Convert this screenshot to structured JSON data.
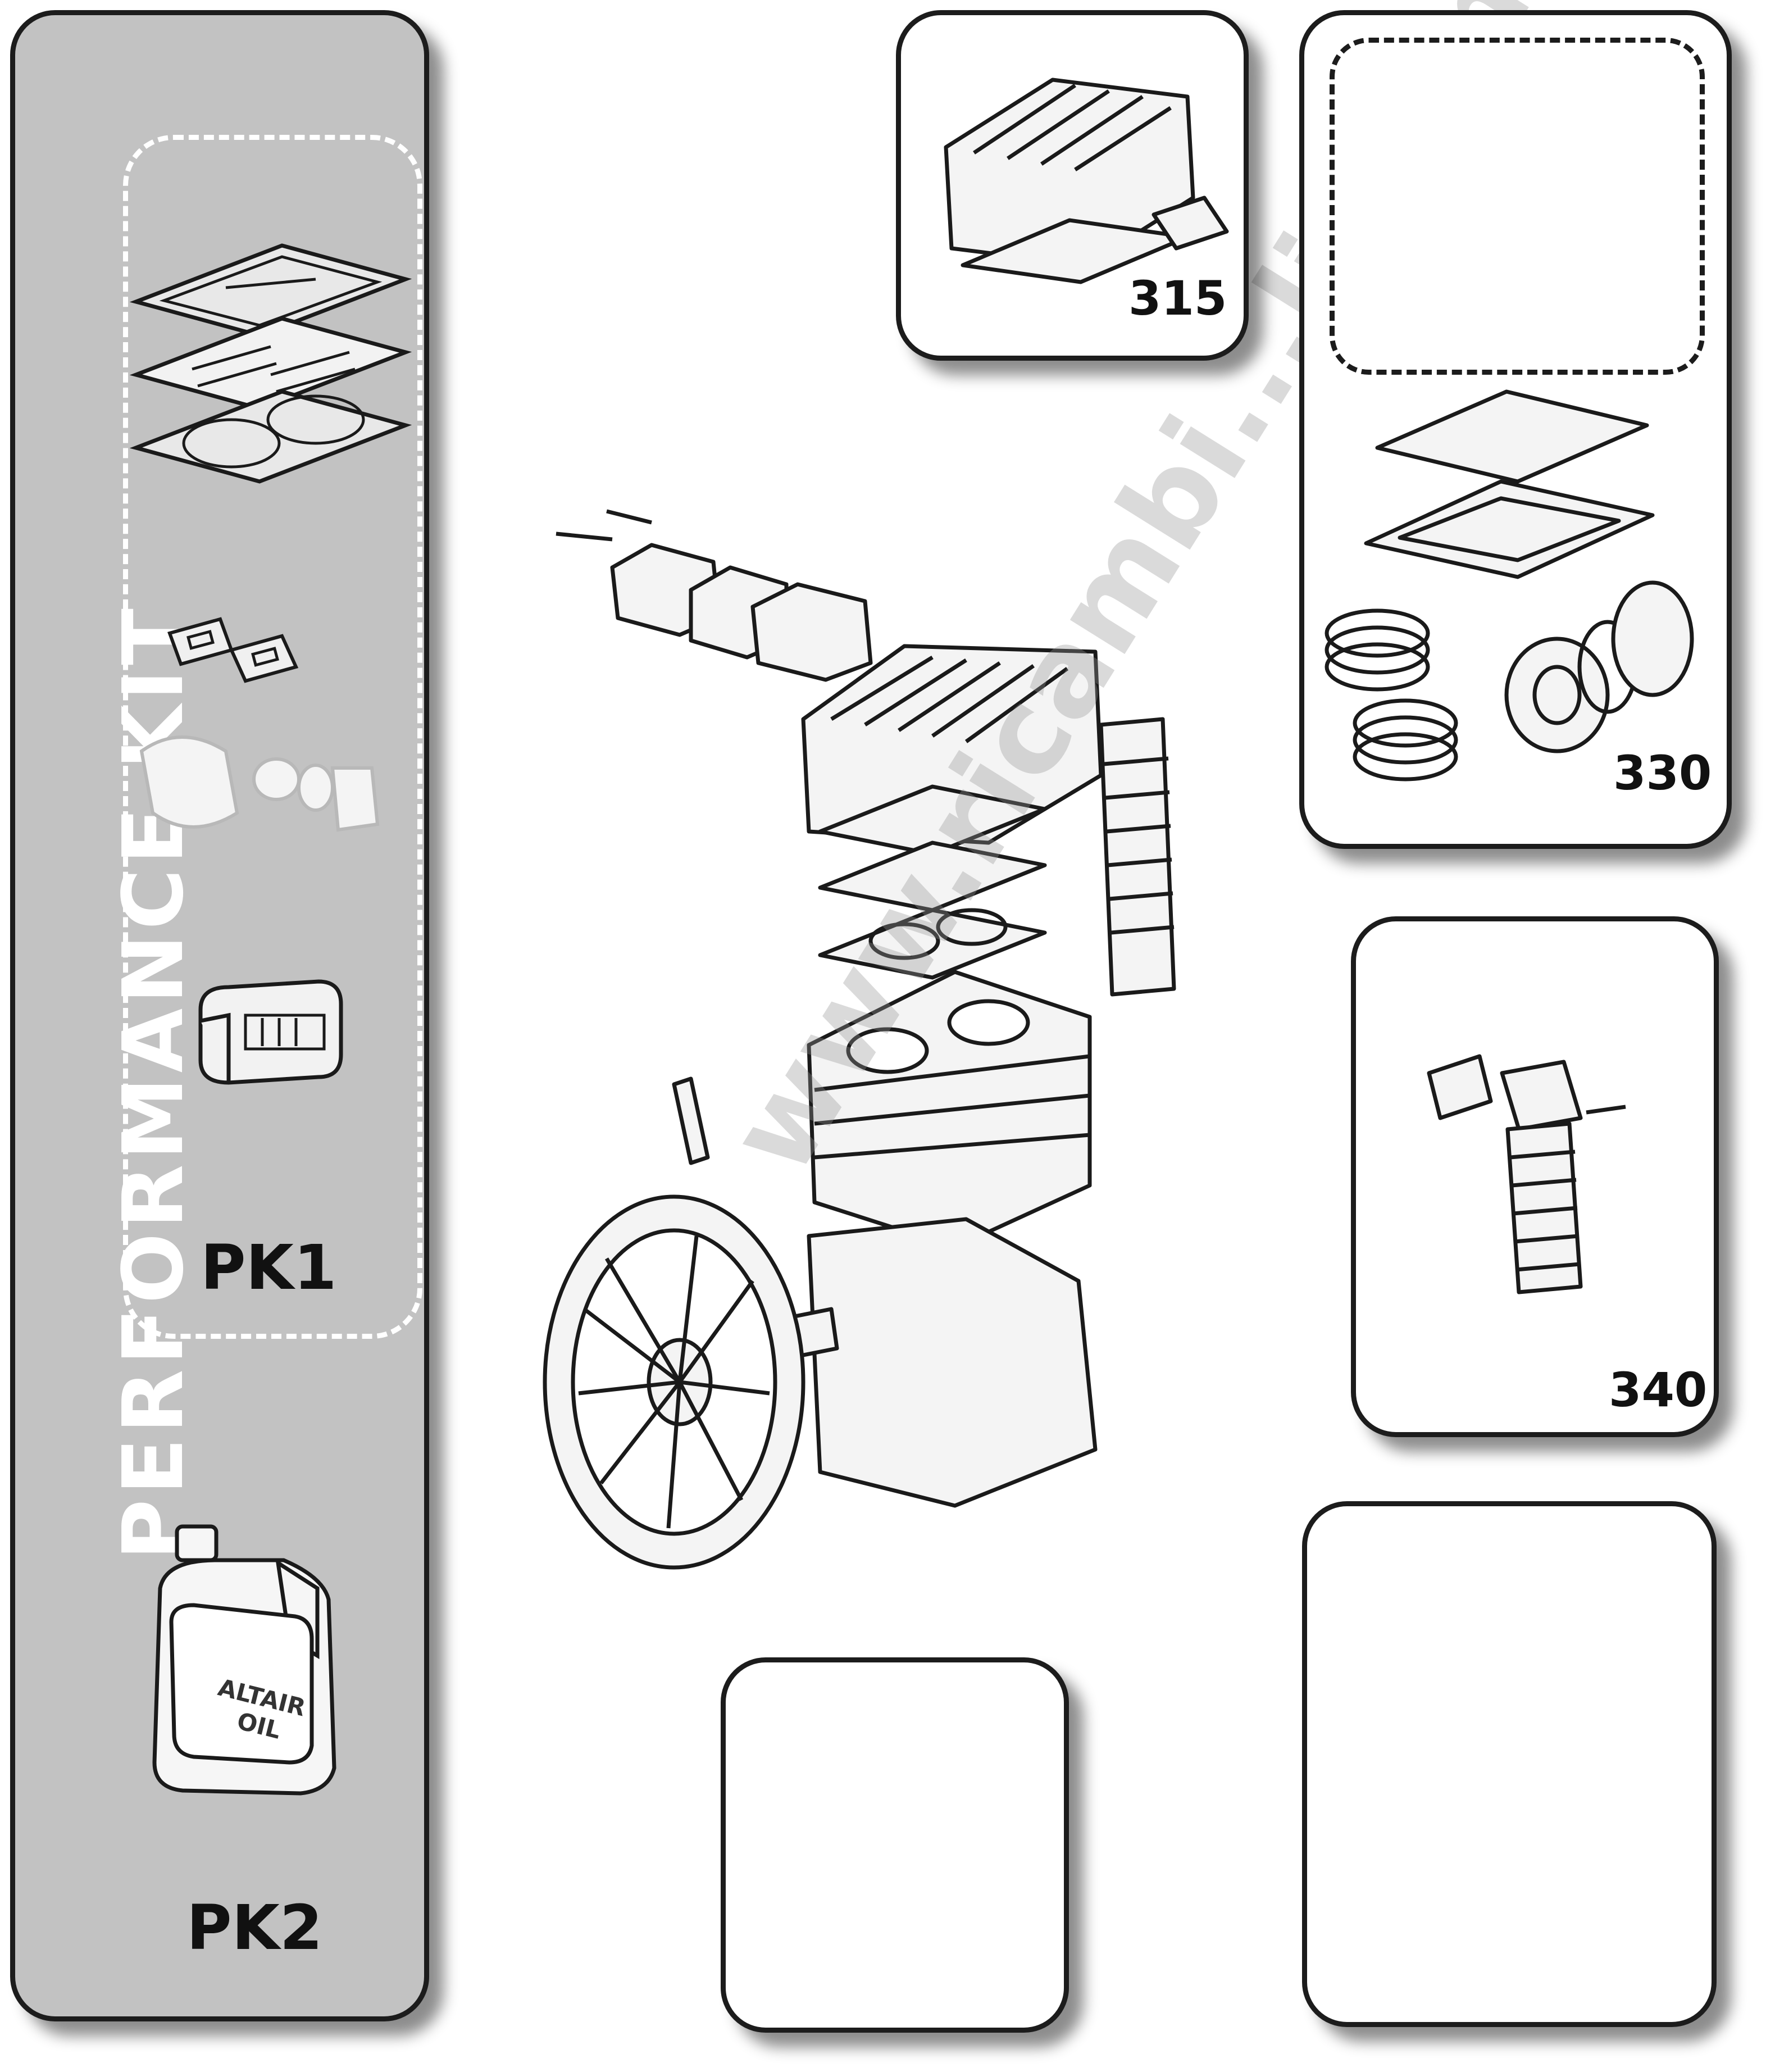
{
  "kit": {
    "title": "PERFORMANCE KIT",
    "pk1_label": "PK1",
    "pk2_label": "PK2",
    "oil_label_line1": "ALTAIR",
    "oil_label_line2": "OIL"
  },
  "parts": {
    "p315": "315",
    "p330": "330",
    "p340": "340"
  },
  "watermark": "www.ricambi...li.com",
  "colors": {
    "panel_border": "#1c1c1c",
    "kit_background": "#c2c2c2",
    "line_art": "#1a1a1a"
  }
}
